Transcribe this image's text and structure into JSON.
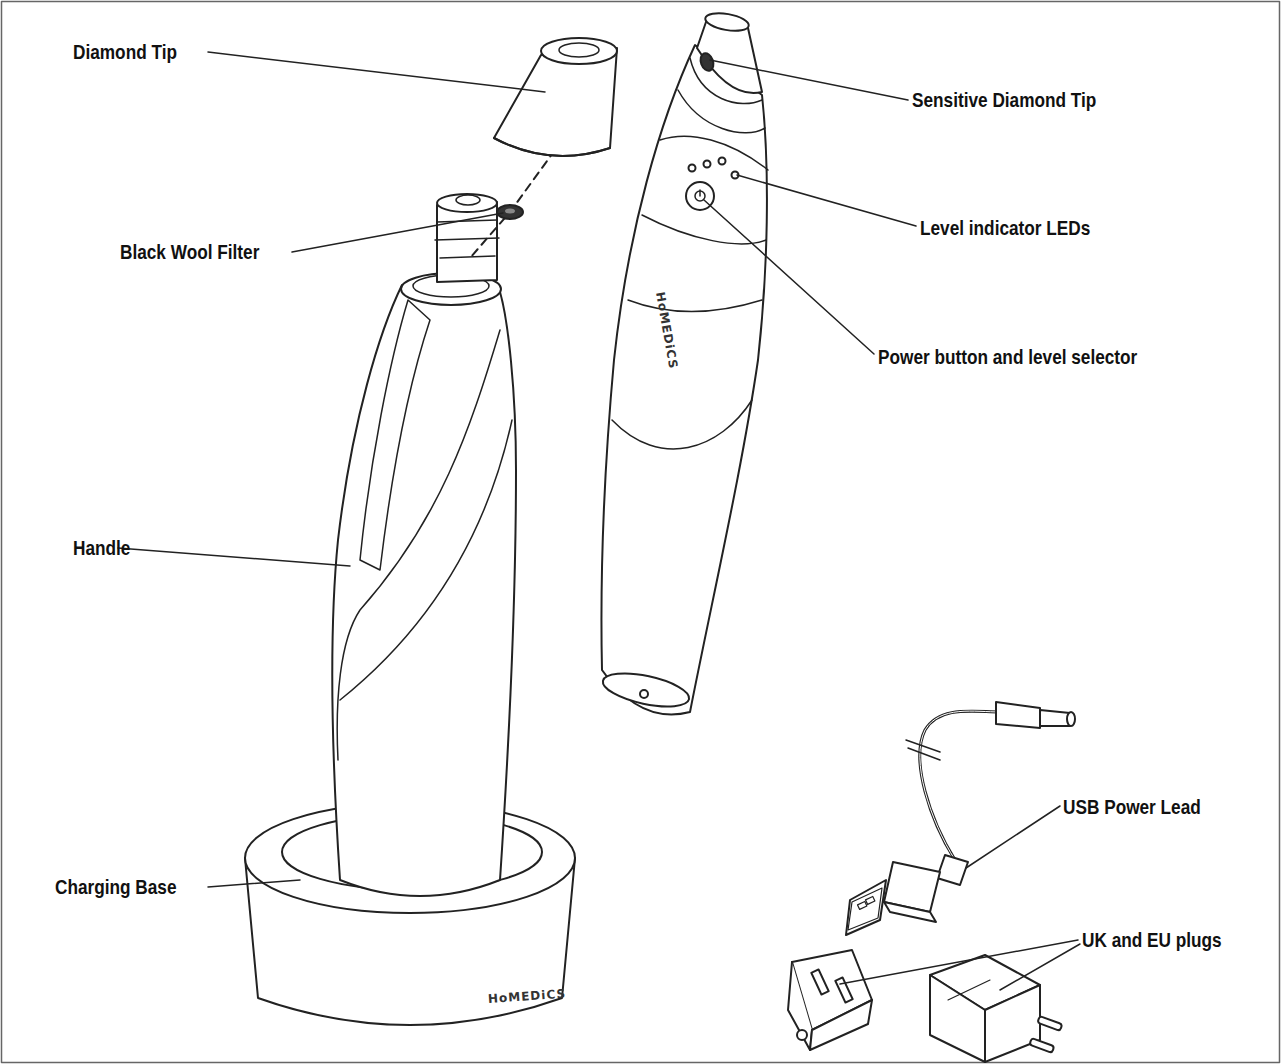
{
  "diagram": {
    "labels": [
      "Diamond Tip",
      "Black Wool Filter",
      "Handle",
      "Charging Base",
      "Sensitive Diamond Tip",
      "Level indicator LEDs",
      "Power button and level selector",
      "USB Power Lead",
      "UK and EU plugs",
      "HoMEDiCS",
      "HoMEDiCS"
    ]
  }
}
